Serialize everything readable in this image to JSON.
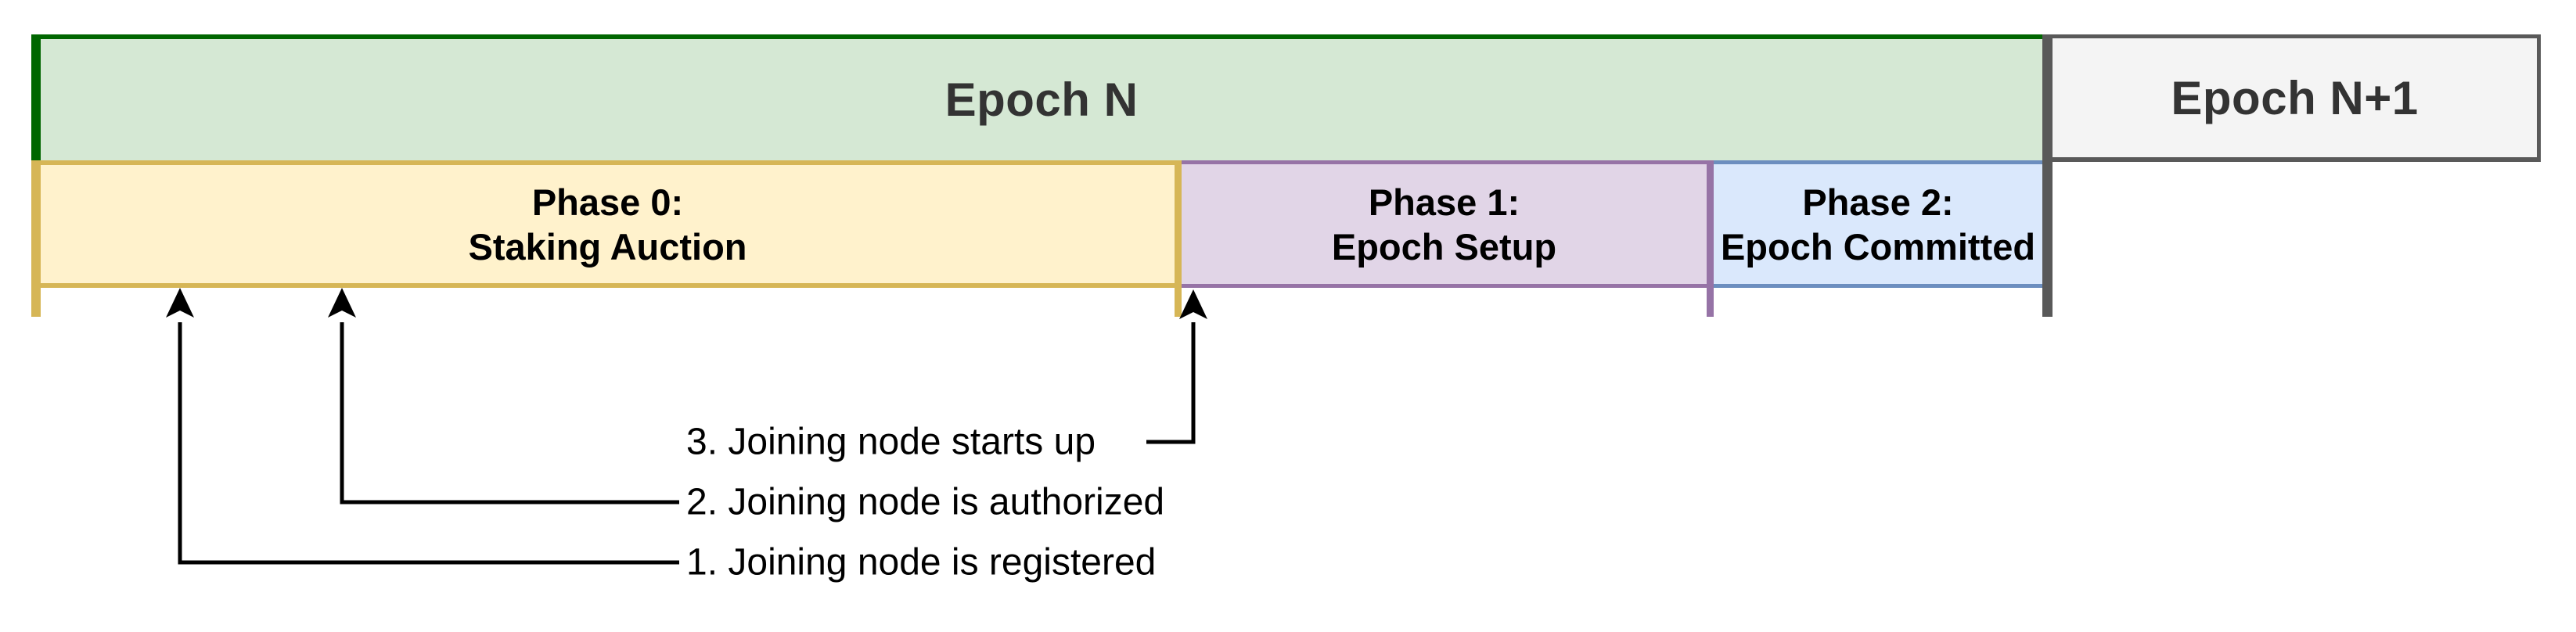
{
  "diagram": {
    "epochs": [
      {
        "label": "Epoch N"
      },
      {
        "label": "Epoch N+1"
      }
    ],
    "phases": [
      {
        "line1": "Phase 0:",
        "line2": "Staking Auction"
      },
      {
        "line1": "Phase 1:",
        "line2": "Epoch Setup"
      },
      {
        "line1": "Phase 2:",
        "line2": "Epoch Committed"
      }
    ],
    "events": [
      {
        "label": "1. Joining node is registered"
      },
      {
        "label": "2. Joining node is authorized"
      },
      {
        "label": "3. Joining node starts up"
      }
    ]
  },
  "colors": {
    "canvas_bg": "#ffffff",
    "epoch_n_fill": "#d5e8d4",
    "epoch_n_stroke": "#006600",
    "epoch_n1_fill": "#f4f4f4",
    "epoch_n1_stroke": "#595959",
    "divider": "#595959",
    "phase0_fill": "#fff2cc",
    "phase0_stroke": "#d6b656",
    "phase1_fill": "#e1d5e7",
    "phase1_stroke": "#9673a6",
    "phase2_fill": "#dae8fc",
    "phase2_stroke": "#6c8ebf",
    "epoch_text": "#333333",
    "phase_text": "#000000",
    "event_text": "#000000",
    "arrow": "#000000"
  }
}
